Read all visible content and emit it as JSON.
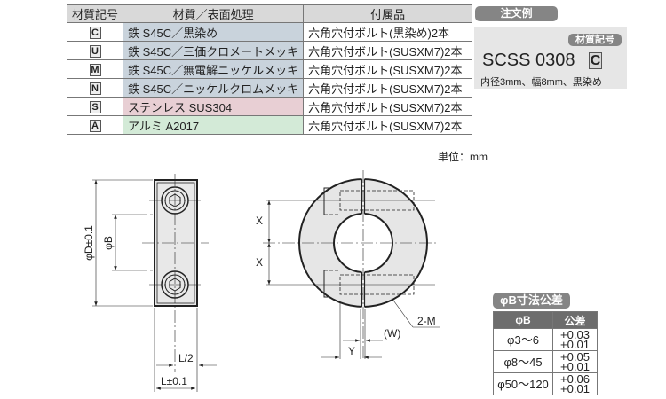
{
  "material_table": {
    "headers": [
      "材質記号",
      "材質／表面処理",
      "付属品"
    ],
    "rows": [
      {
        "code": "C",
        "material": "鉄 S45C／黒染め",
        "accessory": "六角穴付ボルト(黒染め)2本"
      },
      {
        "code": "U",
        "material": "鉄 S45C／三価クロメートメッキ",
        "accessory": "六角穴付ボルト(SUSXM7)2本"
      },
      {
        "code": "M",
        "material": "鉄 S45C／無電解ニッケルメッキ",
        "accessory": "六角穴付ボルト(SUSXM7)2本"
      },
      {
        "code": "N",
        "material": "鉄 S45C／ニッケルクロムメッキ",
        "accessory": "六角穴付ボルト(SUSXM7)2本"
      },
      {
        "code": "S",
        "material": "ステンレス SUS304",
        "accessory": "六角穴付ボルト(SUSXM7)2本"
      },
      {
        "code": "A",
        "material": "アルミ A2017",
        "accessory": "六角穴付ボルト(SUSXM7)2本"
      }
    ]
  },
  "order_example": {
    "title": "注文例",
    "code_label": "材質記号",
    "part_number": "SCSS 0308",
    "material_code": "C",
    "description": "内径3mm、幅8mm、黒染め"
  },
  "unit": "単位：mm",
  "drawing": {
    "phiD": "φD±0.1",
    "phiB": "φB",
    "L_half": "L/2",
    "L": "L±0.1",
    "X1": "X",
    "X2": "X",
    "M": "2-M",
    "W": "(W)",
    "Y": "Y"
  },
  "tolerance_table": {
    "title": "φB寸法公差",
    "headers": [
      "φB",
      "公差"
    ],
    "rows": [
      {
        "range": "φ3～6",
        "upper": "+0.03",
        "lower": "+0.01"
      },
      {
        "range": "φ8～45",
        "upper": "+0.05",
        "lower": "+0.01"
      },
      {
        "range": "φ50～120",
        "upper": "+0.06",
        "lower": "+0.01"
      }
    ]
  },
  "colors": {
    "steel": "#c9d3dc",
    "stainless": "#e8cfd4",
    "aluminium": "#d3ead7",
    "pill": "#858585"
  }
}
